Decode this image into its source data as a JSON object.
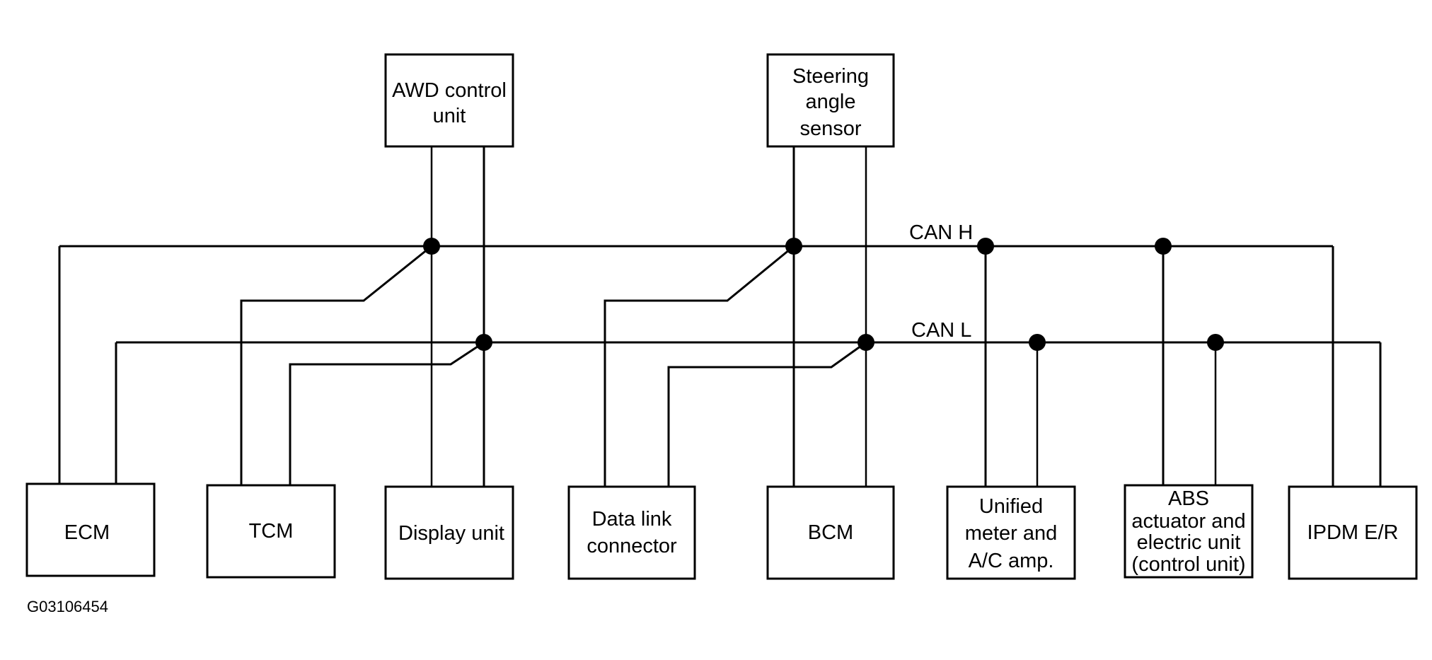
{
  "bus": {
    "can_h_label": "CAN H",
    "can_l_label": "CAN L"
  },
  "modules": {
    "awd": {
      "lines": [
        "AWD control",
        "unit"
      ]
    },
    "steering": {
      "lines": [
        "Steering",
        "angle",
        "sensor"
      ]
    },
    "ecm": {
      "lines": [
        "ECM"
      ]
    },
    "tcm": {
      "lines": [
        "TCM"
      ]
    },
    "display": {
      "lines": [
        "Display unit"
      ]
    },
    "dlc": {
      "lines": [
        "Data link",
        "connector"
      ]
    },
    "bcm": {
      "lines": [
        "BCM"
      ]
    },
    "meter": {
      "lines": [
        "Unified",
        "meter and",
        "A/C amp."
      ]
    },
    "abs": {
      "lines": [
        "ABS",
        "actuator and",
        "electric unit",
        "(control unit)"
      ]
    },
    "ipdm": {
      "lines": [
        "IPDM E/R"
      ]
    }
  },
  "figure_code": "G03106454"
}
